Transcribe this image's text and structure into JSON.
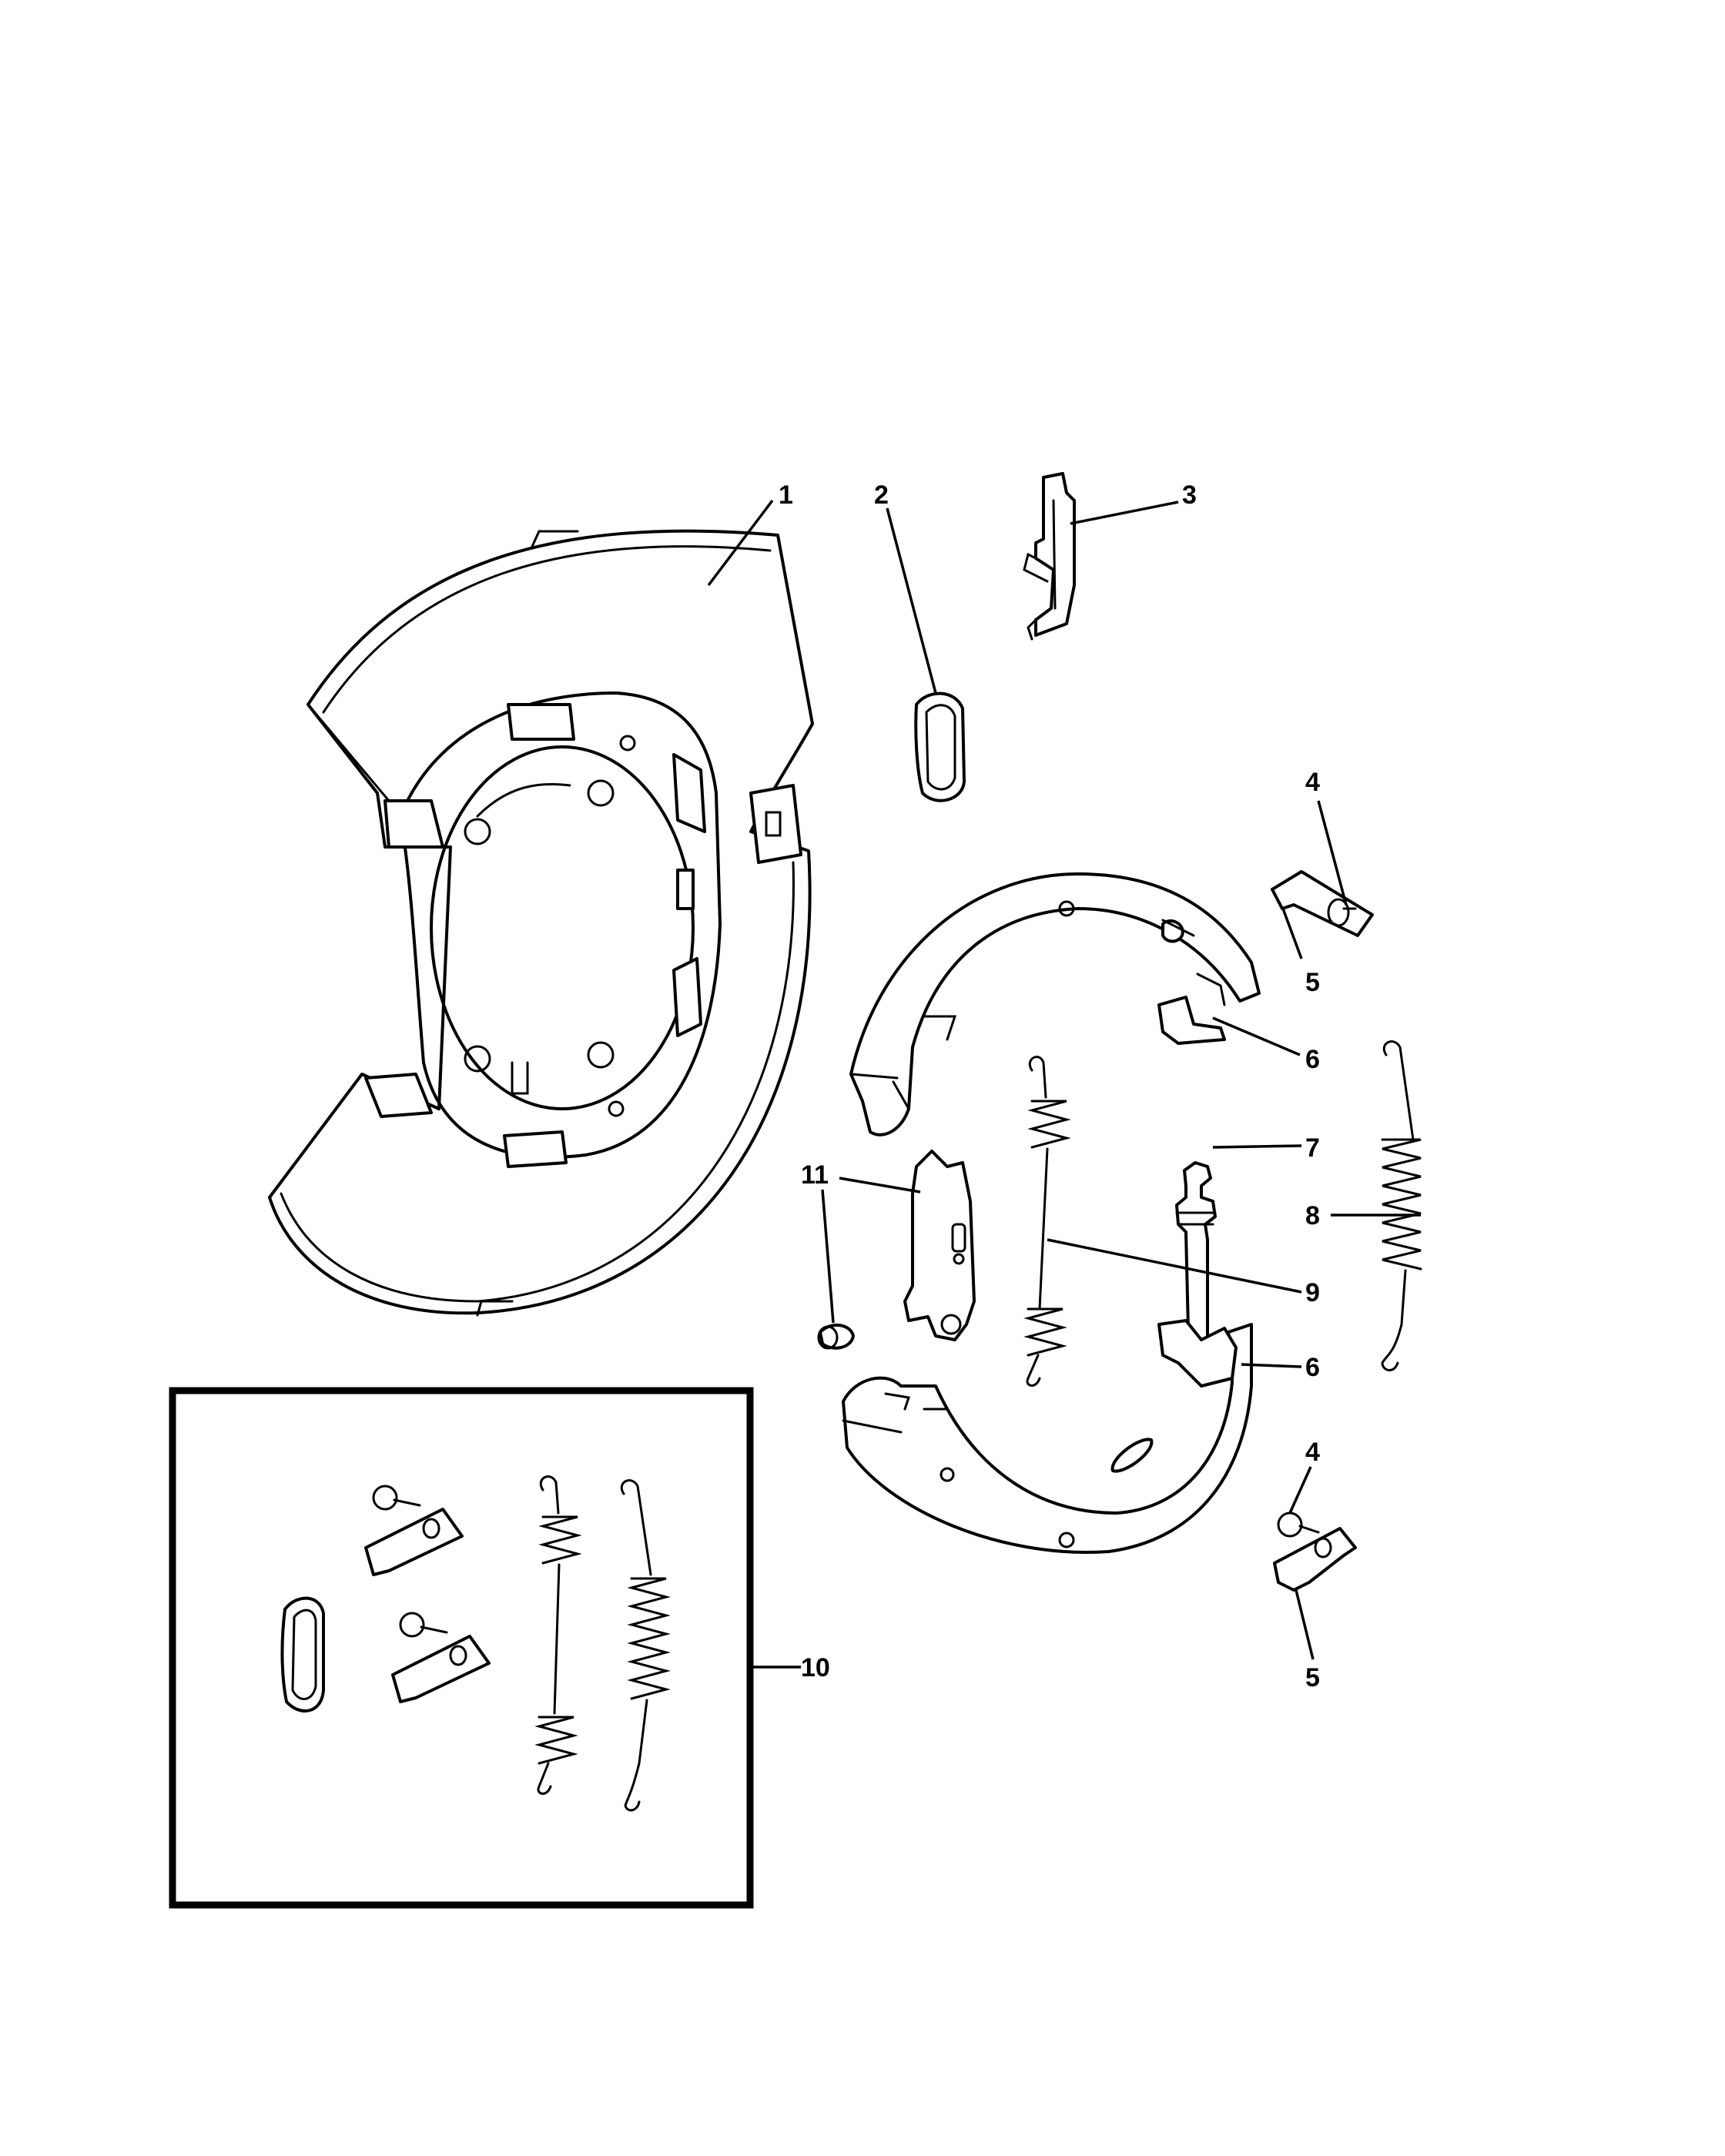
{
  "callouts": {
    "c1": "1",
    "c2": "2",
    "c3": "3",
    "c4a": "4",
    "c5a": "5",
    "c6a": "6",
    "c7": "7",
    "c8": "8",
    "c9": "9",
    "c6b": "6",
    "c11": "11",
    "c10": "10",
    "c4b": "4",
    "c5b": "5"
  }
}
